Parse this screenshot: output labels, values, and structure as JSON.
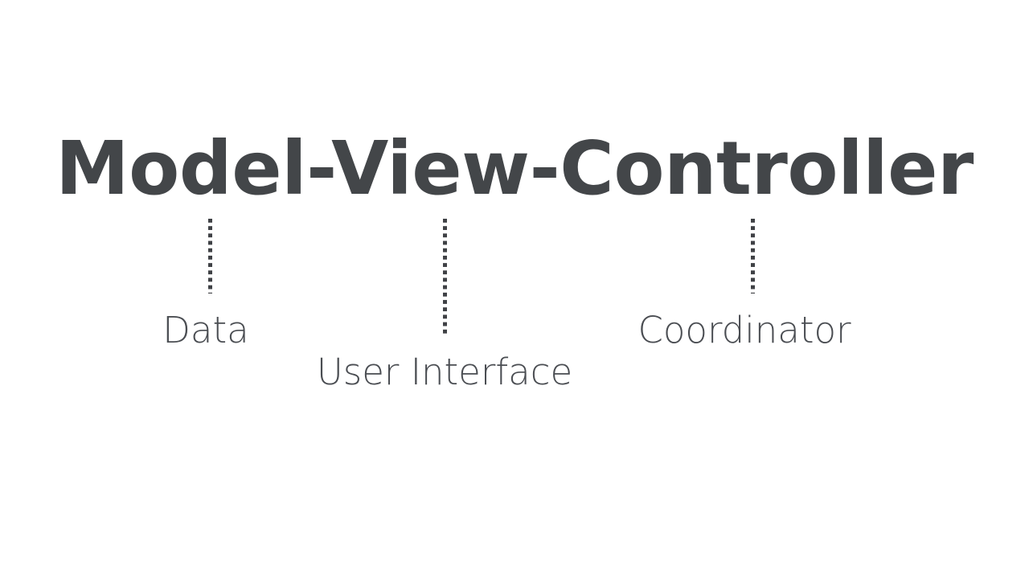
{
  "slide": {
    "background_color": "#ffffff",
    "title": "Model-View-Controller",
    "title_color": "#434649"
  },
  "connectors": {
    "color": "#3f4145",
    "style": "dotted-square",
    "items": [
      {
        "name": "model-connector",
        "target": "Data"
      },
      {
        "name": "view-connector",
        "target": "User Interface"
      },
      {
        "name": "controller-connector",
        "target": "Coordinator"
      }
    ]
  },
  "labels": {
    "color": "#4a4d52",
    "model": "Data",
    "view": "User Interface",
    "controller": "Coordinator"
  }
}
